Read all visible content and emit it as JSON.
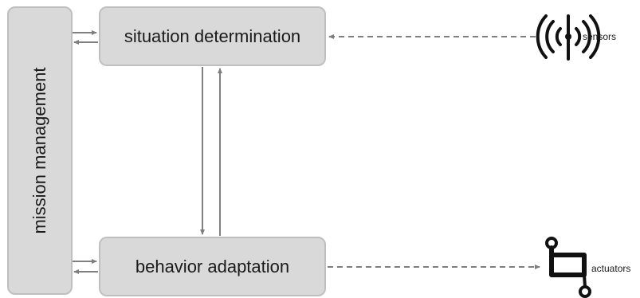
{
  "boxes": {
    "mission": "mission management",
    "situation": "situation determination",
    "behavior": "behavior adaptation"
  },
  "io": {
    "sensors": "sensors",
    "actuators": "actuators"
  },
  "icons": {
    "sensors": "antenna-signal-icon",
    "actuators": "actuator-bracket-icon"
  },
  "colors": {
    "box_fill": "#d9d9d9",
    "box_border": "#bfbfbf",
    "arrow": "#7f7f7f"
  }
}
